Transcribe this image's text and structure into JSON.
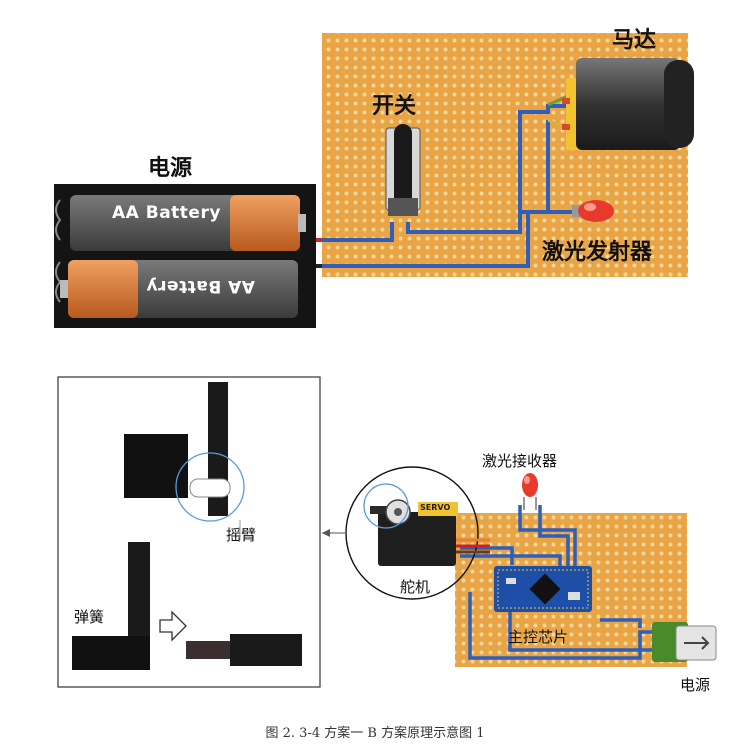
{
  "top_diagram": {
    "labels": {
      "motor": "马达",
      "switch": "开关",
      "power": "电源",
      "laser_emitter": "激光发射器"
    },
    "battery": {
      "cell_1_text": "AA Battery",
      "cell_2_text": "AA Battery"
    }
  },
  "bottom_diagram": {
    "labels": {
      "laser_receiver": "激光接收器",
      "rocker_arm": "摇臂",
      "servo": "舵机",
      "spring": "弹簧",
      "main_chip": "主控芯片",
      "power": "电源"
    },
    "servo_brand": "SERVO"
  },
  "caption": "图 2. 3-4 方案一  B 方案原理示意图 1",
  "colors": {
    "perfboard": "#E8A445",
    "perfboard_hole": "#F3D79A",
    "wire_blue": "#2F5FB8",
    "battery_orange": "#D9782E",
    "dark": "#2a2a2a"
  }
}
